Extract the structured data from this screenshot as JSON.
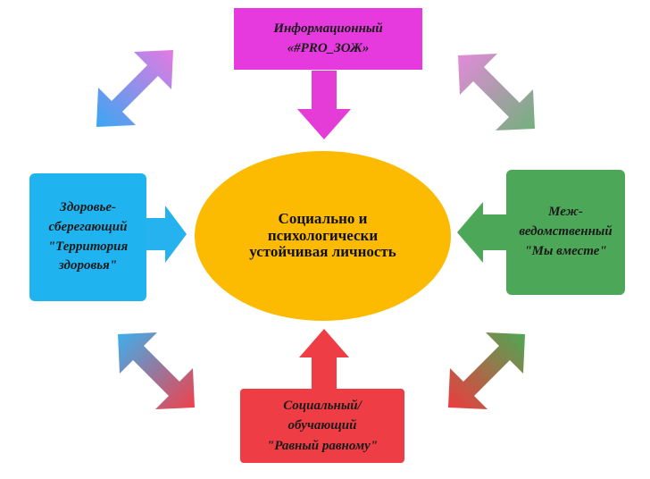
{
  "center": {
    "lines": [
      "Социально и",
      "психологически",
      "устойчивая личность"
    ]
  },
  "top": {
    "lines": [
      "Информационный",
      "«#PRO_ЗОЖ»"
    ]
  },
  "left": {
    "lines": [
      "Здоровье-",
      "сберегающий",
      "\"Территория",
      "здоровья\""
    ]
  },
  "right": {
    "lines": [
      "Меж-",
      "ведомственный",
      "\"Мы вместе\""
    ]
  },
  "bottom": {
    "lines": [
      "Социальный/",
      "обучающий",
      "\"Равный равному\""
    ]
  },
  "colors": {
    "top_box": "#e63adf",
    "left_box": "#1fb4f0",
    "right_box": "#4ca858",
    "bottom_box": "#ef3d45",
    "center": "#fcbb00"
  }
}
